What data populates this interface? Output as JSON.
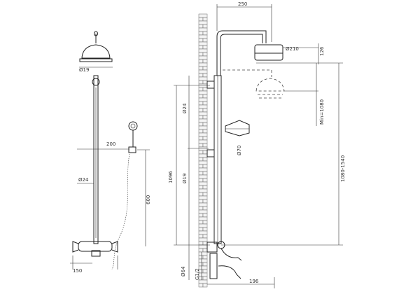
{
  "front_view": {
    "labels": {
      "head_dia": "Ø19",
      "arm": "200",
      "pipe_dia": "Ø24",
      "hose": "600",
      "base": "150"
    }
  },
  "side_view": {
    "labels": {
      "top_width": "250",
      "head_size": "Ø210",
      "offset": "126",
      "height_range": "1080-1540",
      "left_height": "1096",
      "seg_upper": "Ø24",
      "seg_lower": "Ø19",
      "holder": "Ø70",
      "range_inner": "Min=1080",
      "bottom_dia": "Ø64",
      "bottom_thread": "G1/2",
      "spout": "196"
    }
  }
}
